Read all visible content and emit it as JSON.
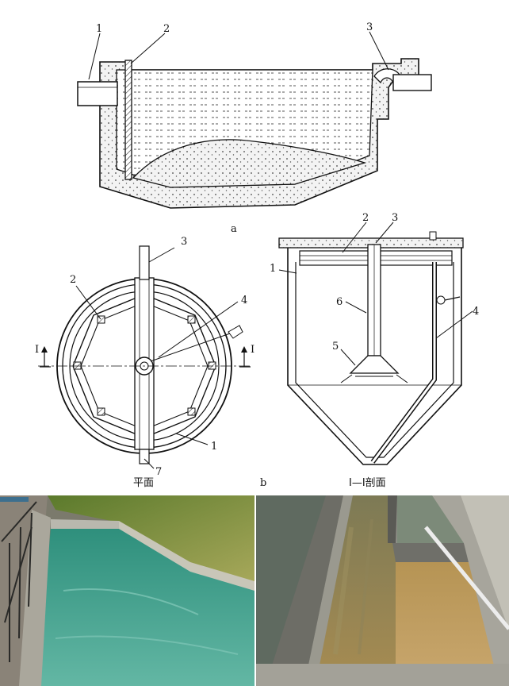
{
  "figure_a": {
    "caption": "a",
    "callouts": [
      "1",
      "2",
      "3"
    ]
  },
  "figure_b": {
    "caption": "b",
    "plan": {
      "title": "平面",
      "callouts": [
        "1",
        "2",
        "3",
        "4",
        "7"
      ],
      "section_mark": "I"
    },
    "section": {
      "title": "I—I剖面",
      "callouts": [
        "1",
        "2",
        "3",
        "4",
        "5",
        "6"
      ]
    }
  },
  "photos": [
    {
      "name": "open-rectangular-tank-with-green-water"
    },
    {
      "name": "rectangular-channel-with-settled-sludge-and-pipe"
    }
  ],
  "colors": {
    "line": "#111111",
    "concrete": "#d9d9d9",
    "water_photo": "#3f9b86",
    "sludge_photo": "#b08a4a"
  }
}
